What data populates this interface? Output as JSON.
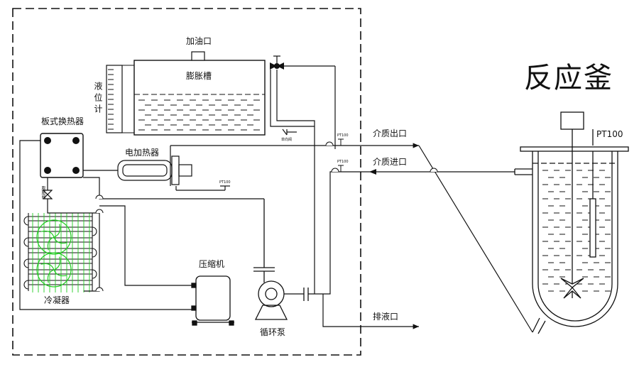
{
  "labels": {
    "add_oil_port": "加油口",
    "expansion_tank": "膨胀槽",
    "level_gauge": "液位计",
    "plate_exchanger": "板式换热器",
    "electric_heater": "电加热器",
    "check_valve": "单向阀",
    "pt100_heater": "PT100",
    "pt100_outlet": "PT100",
    "pt100_inlet": "PT100",
    "expansion_valve": "膨胀阀",
    "compressor": "压缩机",
    "condenser": "冷凝器",
    "circulation_pump": "循环泵",
    "medium_outlet": "介质出口",
    "medium_inlet": "介质进口",
    "drain_port": "排液口",
    "reactor": "反应釜",
    "reactor_pt100": "PT100"
  },
  "colors": {
    "line": "#111111",
    "condenser_fan": "#22cc22"
  }
}
